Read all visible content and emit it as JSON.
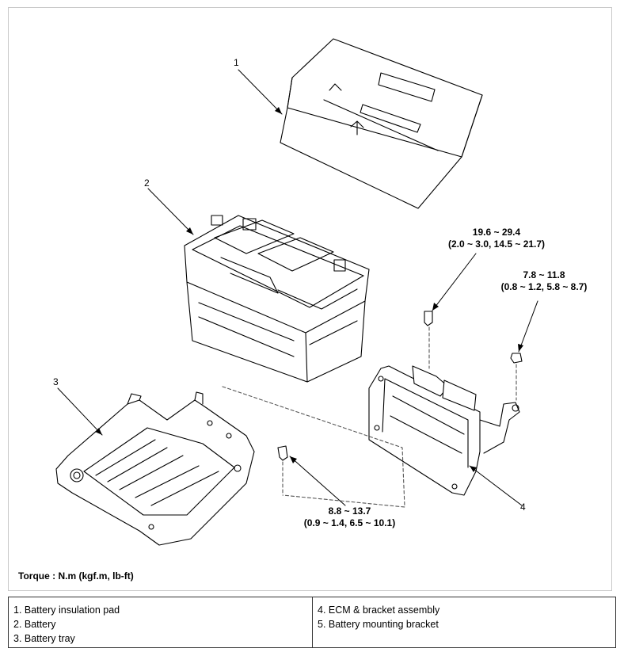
{
  "callouts": {
    "n1": "1",
    "n2": "2",
    "n3": "3",
    "n4": "4"
  },
  "torques": {
    "ecm_bolt": {
      "line1": "19.6 ~ 29.4",
      "line2": "(2.0 ~ 3.0, 14.5 ~ 21.7)"
    },
    "bracket_nut": {
      "line1": "7.8 ~ 11.8",
      "line2": "(0.8 ~ 1.2, 5.8 ~ 8.7)"
    },
    "tray_bolt": {
      "line1": "8.8 ~ 13.7",
      "line2": "(0.9 ~ 1.4, 6.5 ~ 10.1)"
    }
  },
  "torque_note": "Torque : N.m (kgf.m, lb-ft)",
  "legend": {
    "left": [
      "1. Battery insulation pad",
      "2. Battery",
      "3. Battery tray"
    ],
    "right": [
      "4. ECM & bracket assembly",
      "5. Battery mounting bracket"
    ]
  }
}
